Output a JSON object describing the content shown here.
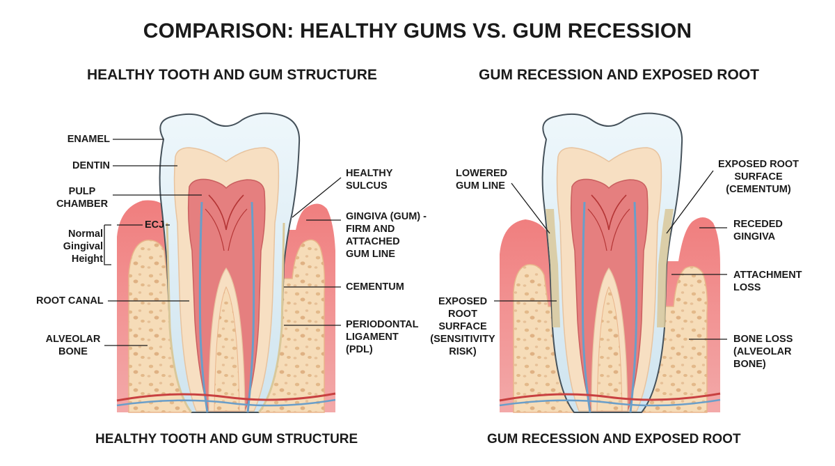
{
  "title": "COMPARISON: HEALTHY GUMS VS. GUM RECESSION",
  "left_panel": {
    "title": "HEALTHY TOOTH AND GUM STRUCTURE",
    "caption": "HEALTHY TOOTH AND GUM STRUCTURE",
    "labels": {
      "enamel": "ENAMEL",
      "dentin": "DENTIN",
      "pulp_1": "PULP",
      "pulp_2": "CHAMBER",
      "ecj": "ECJ",
      "normal_1": "Normal",
      "normal_2": "Gingival",
      "normal_3": "Height",
      "root_canal": "ROOT CANAL",
      "alveolar_1": "ALVEOLAR",
      "alveolar_2": "BONE",
      "sulcus_1": "HEALTHY",
      "sulcus_2": "SULCUS",
      "gingiva_1": "GINGIVA (GUM) -",
      "gingiva_2": "FIRM AND",
      "gingiva_3": "ATTACHED",
      "gingiva_4": "GUM LINE",
      "cementum": "CEMENTUM",
      "pdl_1": "PERIODONTAL",
      "pdl_2": "LIGAMENT",
      "pdl_3": "(PDL)"
    }
  },
  "right_panel": {
    "title": "GUM RECESSION AND EXPOSED ROOT",
    "caption": "GUM RECESSION AND EXPOSED ROOT",
    "labels": {
      "lowered_1": "LOWERED",
      "lowered_2": "GUM LINE",
      "exposed_sens_1": "EXPOSED",
      "exposed_sens_2": "ROOT",
      "exposed_sens_3": "SURFACE",
      "exposed_sens_4": "(SENSITIVITY",
      "exposed_sens_5": "RISK)",
      "exposed_cem_1": "EXPOSED ROOT",
      "exposed_cem_2": "SURFACE",
      "exposed_cem_3": "(CEMENTUM)",
      "receded_1": "RECEDED",
      "receded_2": "GINGIVA",
      "attach_1": "ATTACHMENT",
      "attach_2": "LOSS",
      "boneloss_1": "BONE LOSS",
      "boneloss_2": "(ALVEOLAR",
      "boneloss_3": "BONE)"
    }
  },
  "colors": {
    "gum": "#ec8e8e",
    "gum_light": "#f6bcbc",
    "bone": "#f6dcb8",
    "enamel": "#d7eaf3",
    "dentin": "#f7dfc2",
    "pulp": "#e57f7f",
    "nerve": "#6a9ec9",
    "vessel": "#c84040",
    "cementum": "#d9c89a"
  }
}
